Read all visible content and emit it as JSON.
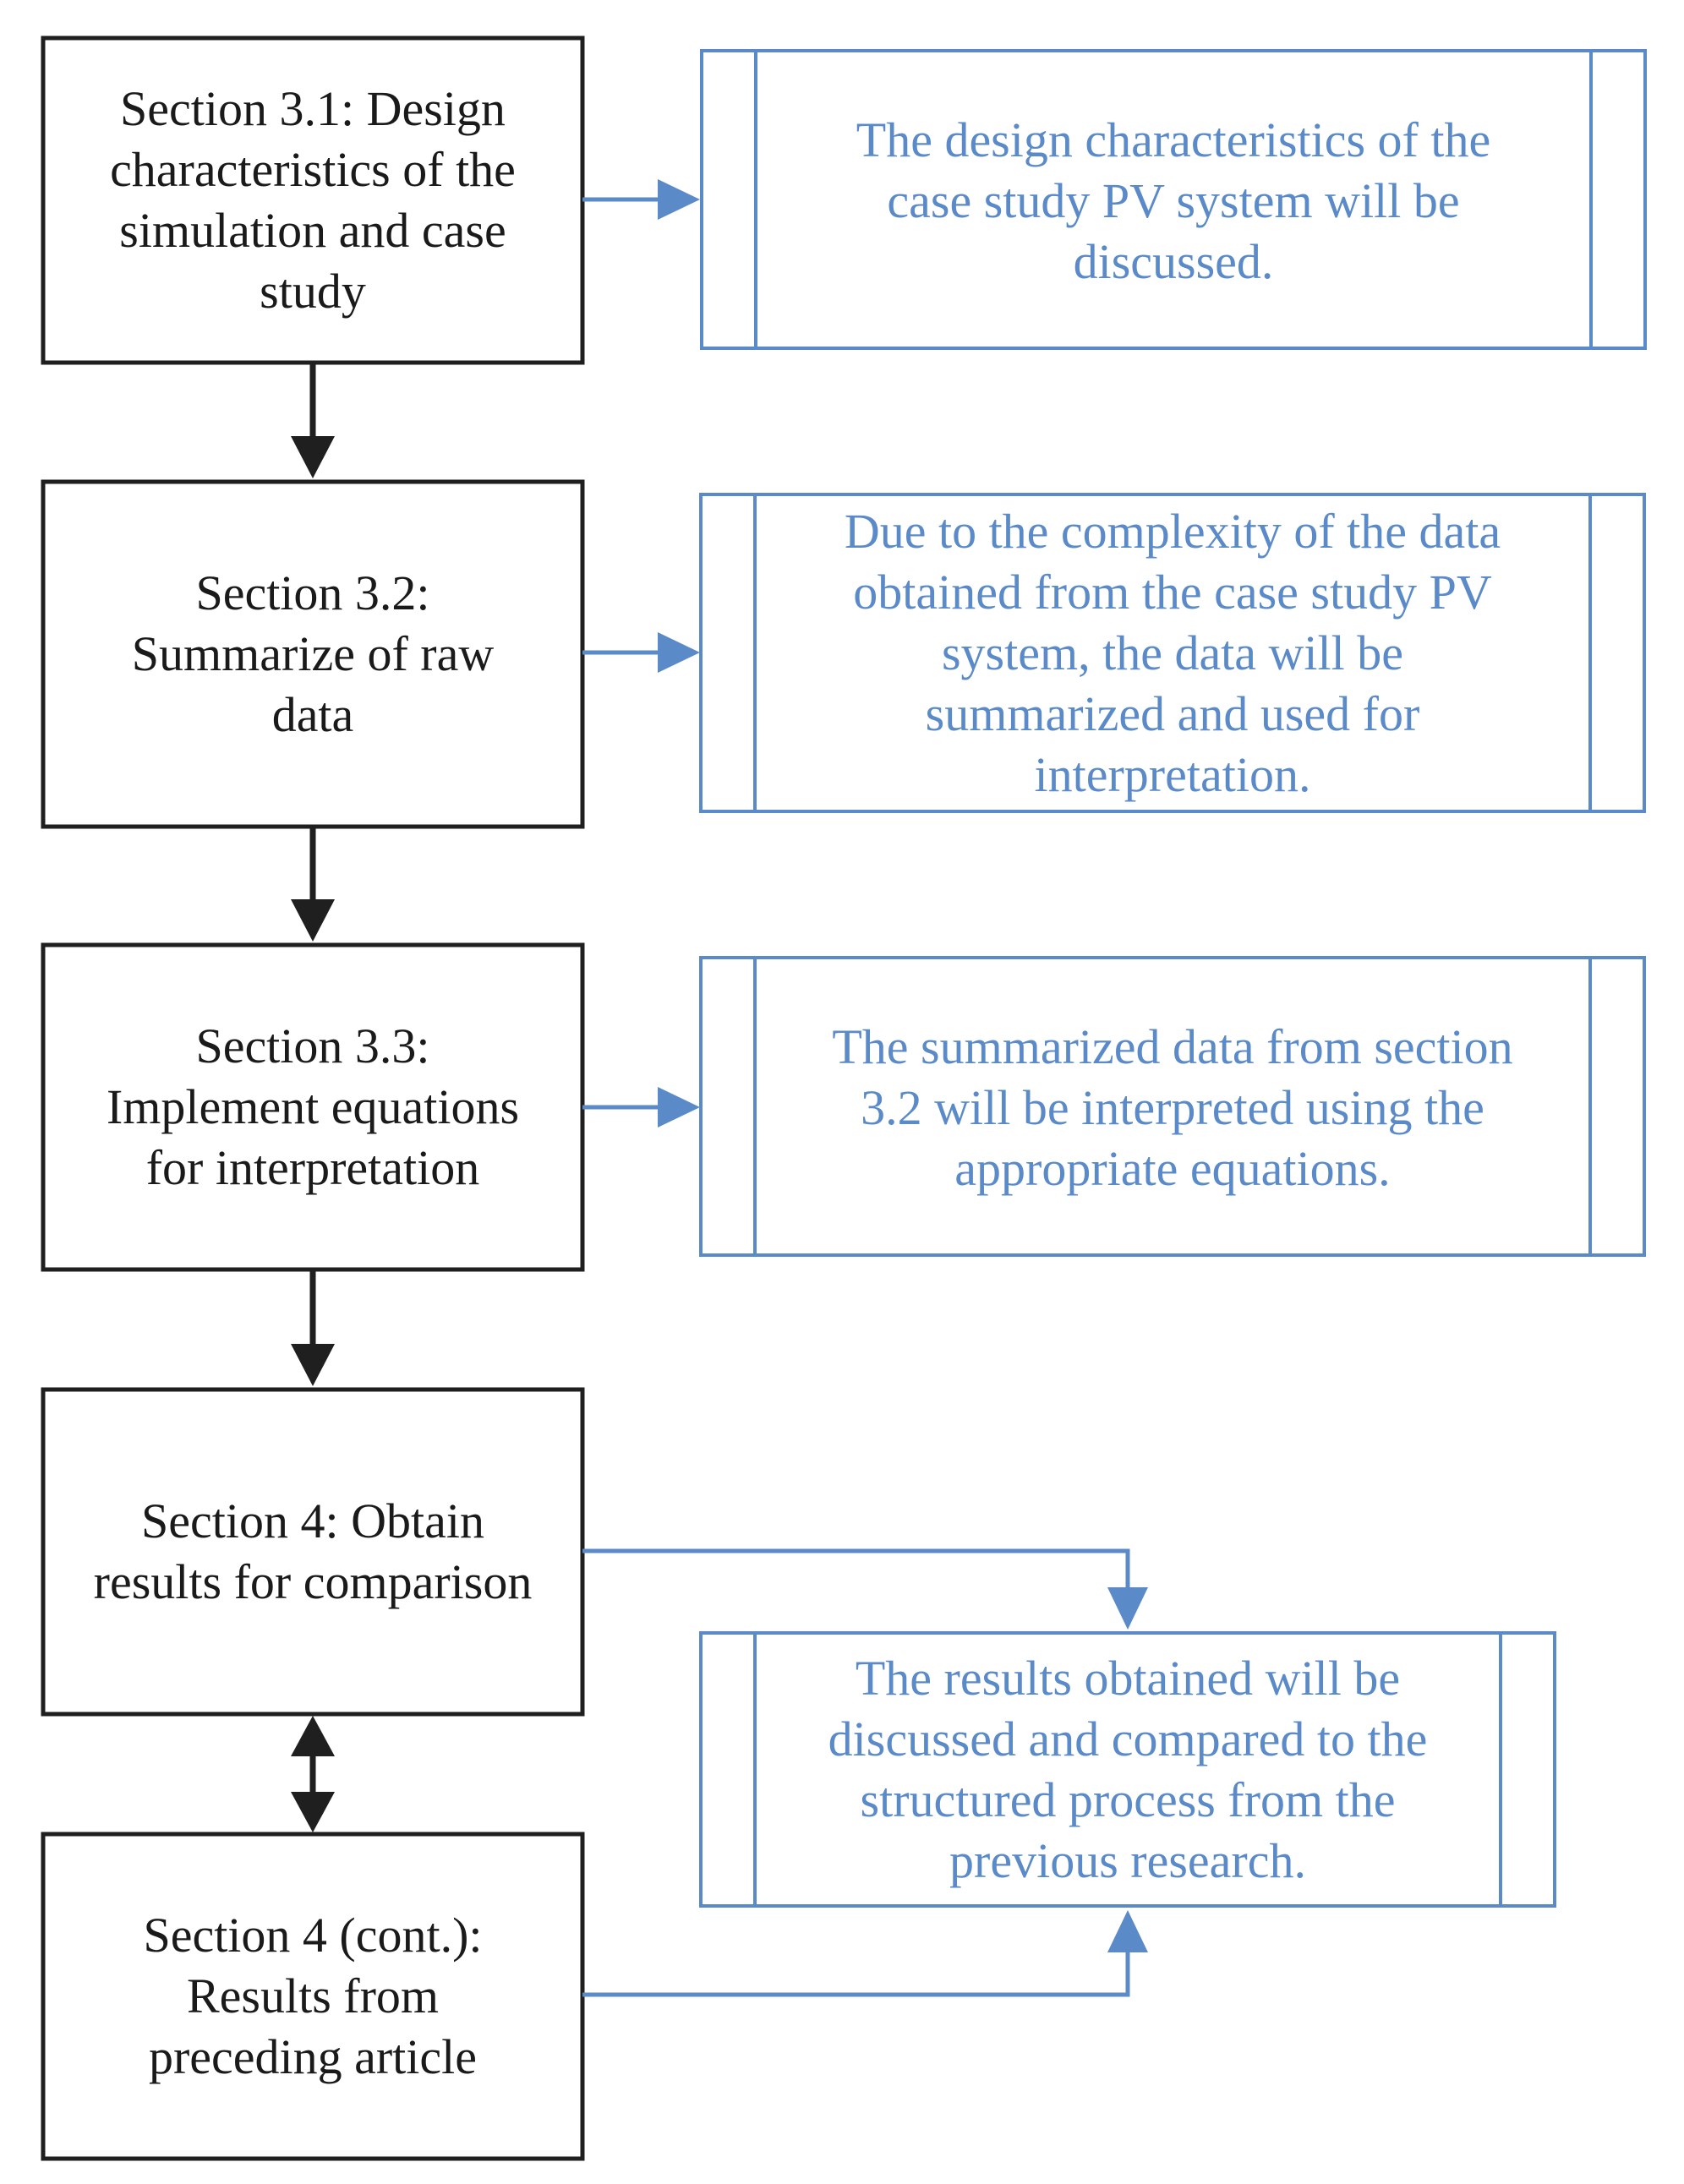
{
  "colors": {
    "left_box_stroke": "#1f1f1f",
    "left_text": "#1a1a1a",
    "right_box_stroke": "#5b8ac9",
    "right_text": "#5b8ac9",
    "arrow_dark": "#1f1f1f",
    "arrow_blue": "#5b8ac9"
  },
  "left_steps": [
    {
      "text": "Section 3.1:  Design\ncharacteristics of the\nsimulation and case\nstudy"
    },
    {
      "text": "Section 3.2:\nSummarize of raw\ndata"
    },
    {
      "text": "Section 3.3:\nImplement equations\nfor interpretation"
    },
    {
      "text": "Section 4:  Obtain\nresults for comparison"
    },
    {
      "text": "Section 4 (cont.):\nResults from\npreceding article"
    }
  ],
  "right_notes": [
    {
      "text": "The design characteristics of the\ncase study PV system will be\ndiscussed."
    },
    {
      "text": "Due to the complexity of the data\nobtained from the case study PV\nsystem, the data will be\nsummarized and used for\ninterpretation."
    },
    {
      "text": "The summarized data from section\n3.2 will be interpreted using the\nappropriate equations."
    },
    {
      "text": "The results obtained will be\ndiscussed and compared to the\nstructured process from the\nprevious research."
    }
  ]
}
